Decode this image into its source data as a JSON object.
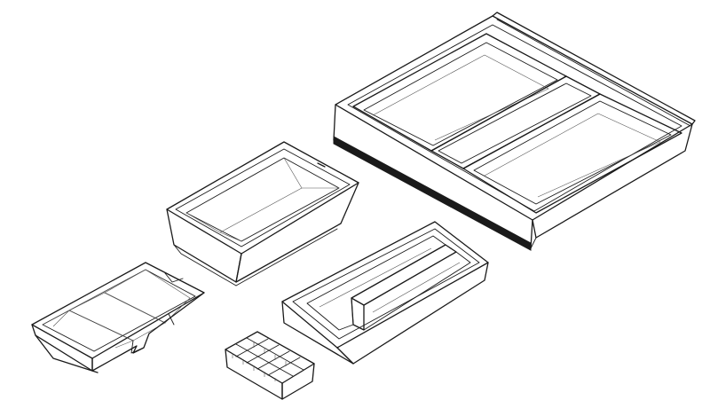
{
  "drawing": {
    "background": "#ffffff",
    "line_color": "#1a1a1a",
    "items": [
      {
        "id": "large-three-compartment-tray",
        "compartments": 3
      },
      {
        "id": "deep-bin",
        "compartments": 1
      },
      {
        "id": "long-divided-tray",
        "compartments": 2
      },
      {
        "id": "angled-tray-with-feet",
        "compartments": 3
      },
      {
        "id": "small-grid-organizer",
        "compartments": 12
      }
    ]
  }
}
